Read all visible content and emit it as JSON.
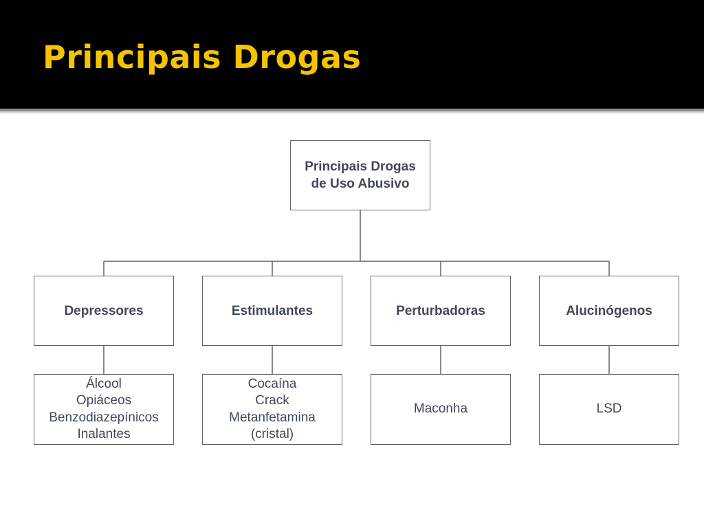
{
  "slide": {
    "title": "Principais Drogas"
  },
  "org_chart": {
    "root": "Principais Drogas\nde Uso Abusivo",
    "categories": [
      {
        "label": "Depressores",
        "examples": "Álcool\nOpiáceos\nBenzodiazepínicos\nInalantes"
      },
      {
        "label": "Estimulantes",
        "examples": "Cocaína\nCrack\nMetanfetamina\n(cristal)"
      },
      {
        "label": "Perturbadoras",
        "examples": "Maconha"
      },
      {
        "label": "Alucinógenos",
        "examples": "LSD"
      }
    ]
  },
  "colors": {
    "title_bar": "#000000",
    "title_text": "#f5c400",
    "box_border": "#5f6368",
    "box_text": "#40485a"
  }
}
